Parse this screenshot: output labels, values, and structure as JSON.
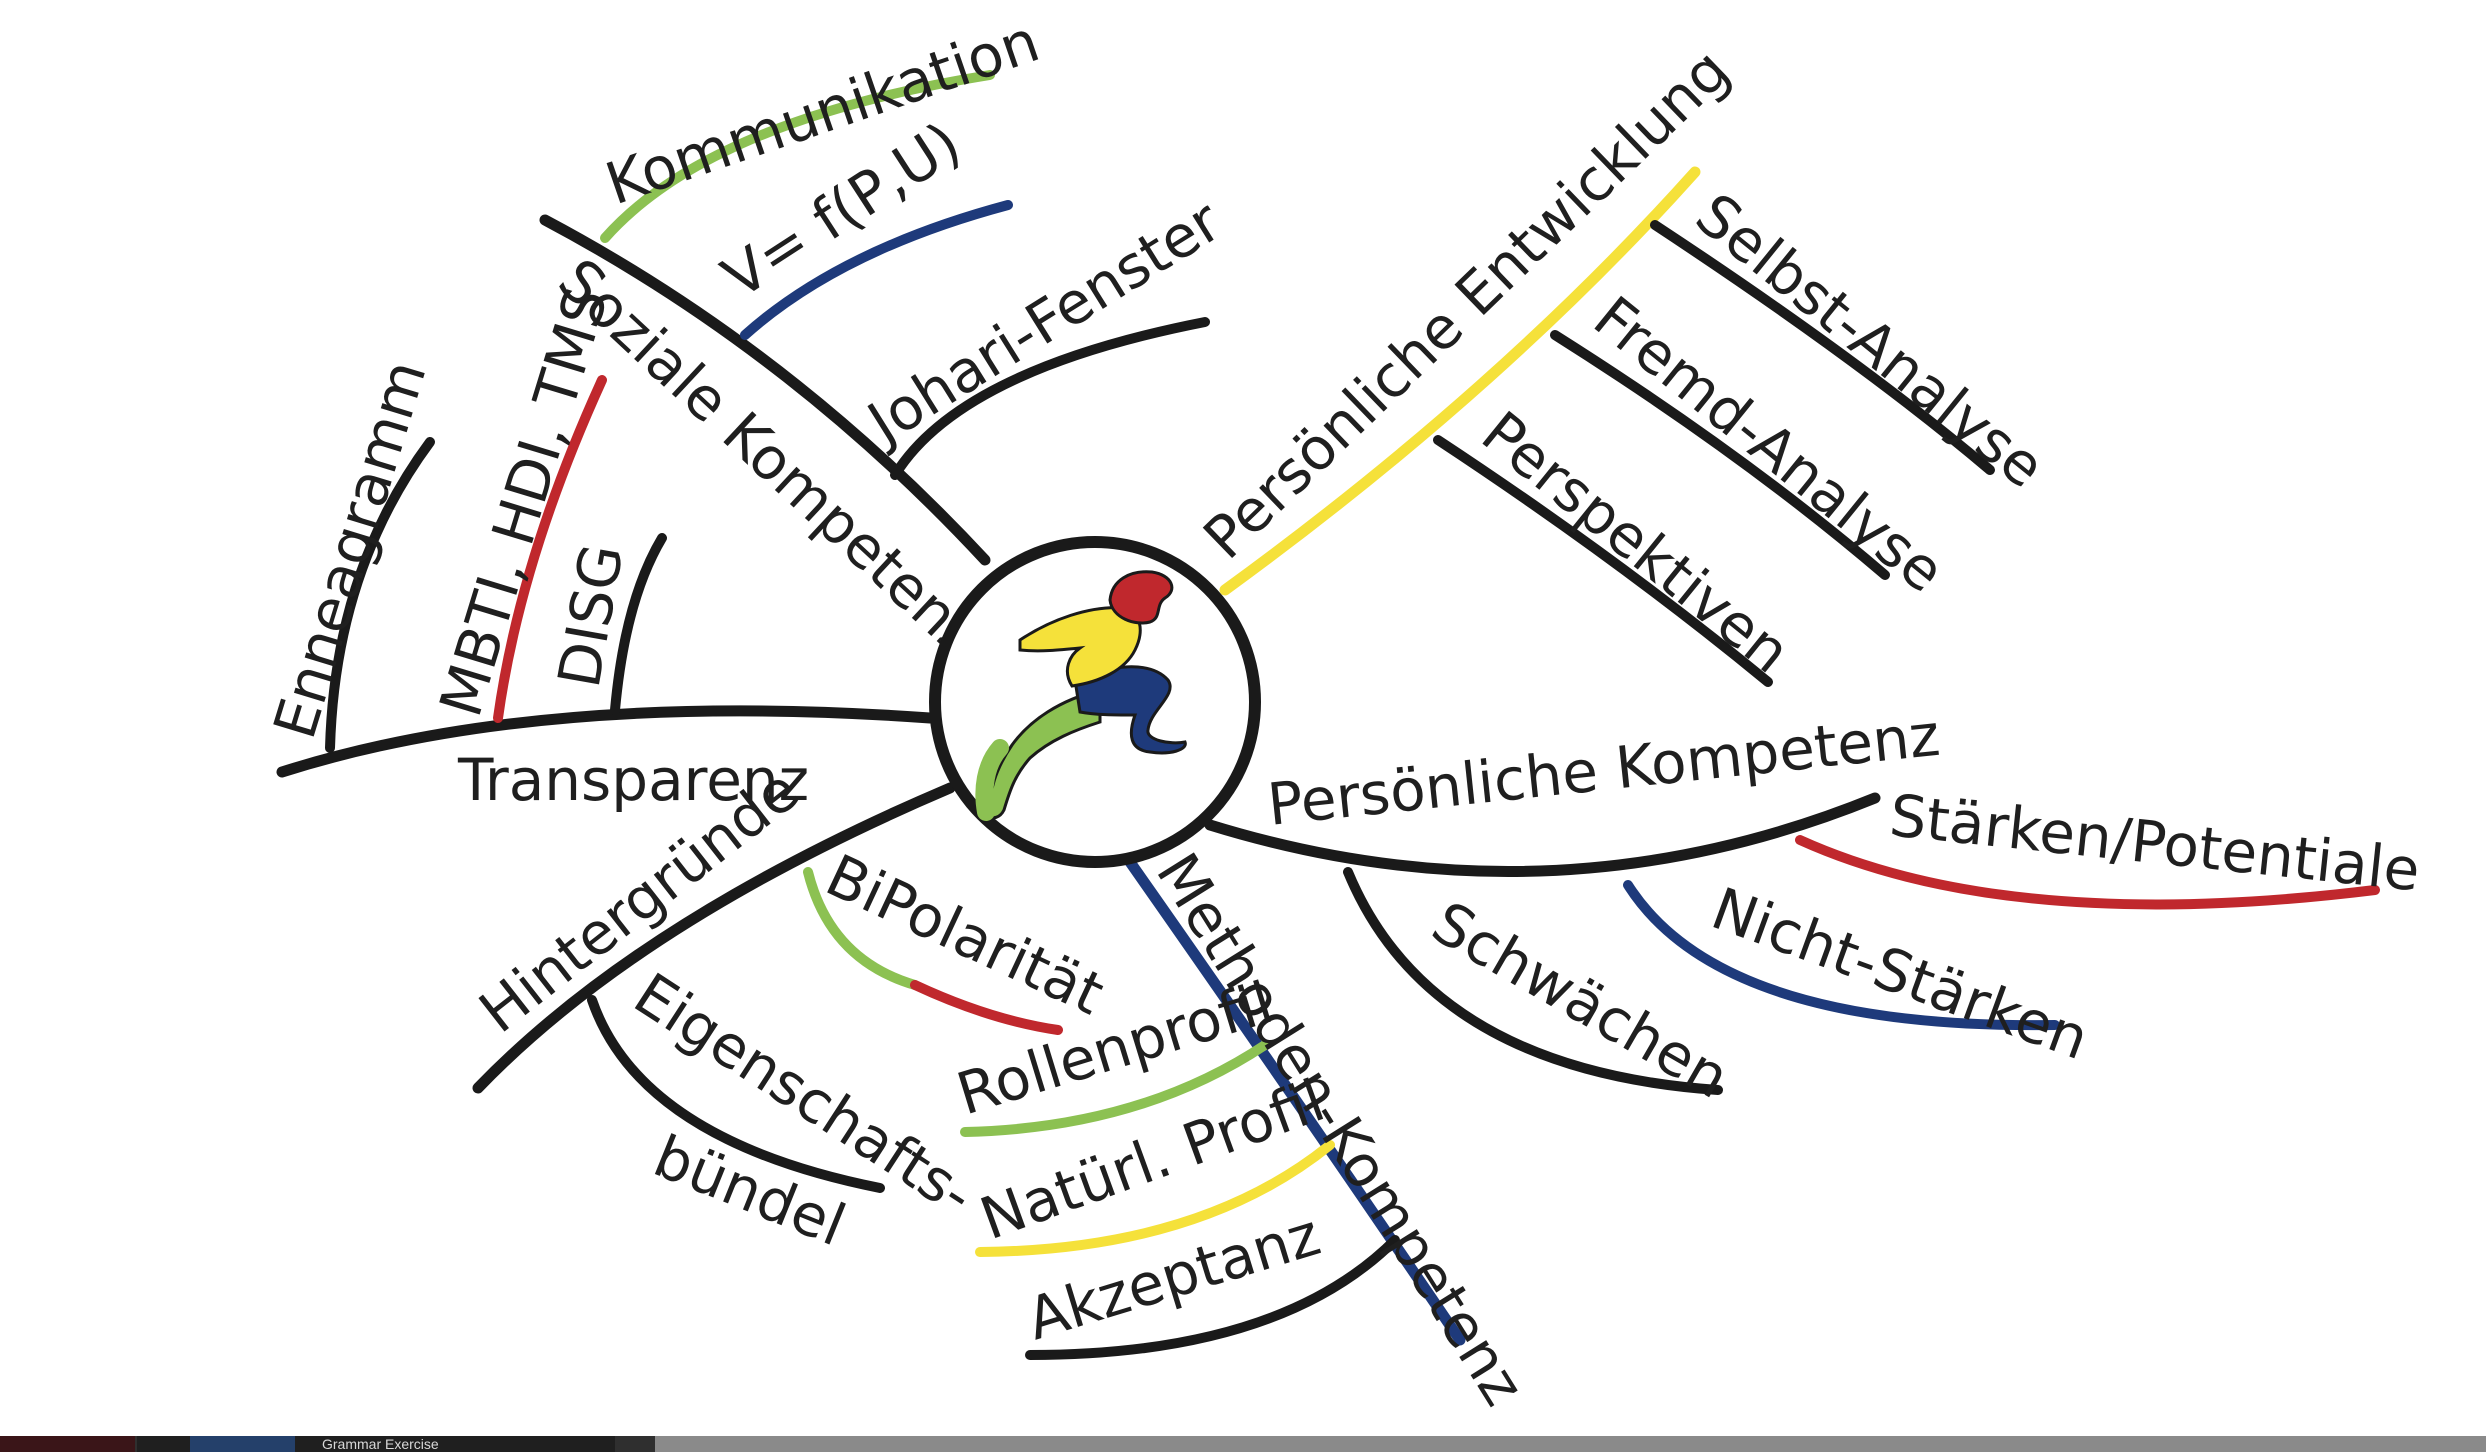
{
  "mindmap": {
    "colors": {
      "black": "#1a1a1a",
      "green": "#8cc152",
      "blue": "#1e3a7b",
      "red": "#c0282d",
      "yellow": "#f5e13a"
    },
    "labels": {
      "kommunikation": "Kommunikation",
      "vfpu": "V= f(P,U)",
      "soziale": "Soziale Kompetenz",
      "johari": "Johari-Fenster",
      "enneagramm": "Enneagramm",
      "mbti": "MBTI, HDI, TMS",
      "disg": "DISG",
      "transparenz": "Transparenz",
      "hintergruende": "Hintergründe",
      "eigenschafts1": "Eigenschafts-",
      "eigenschafts2": "bündel",
      "bipolaritaet": "BiPolarität",
      "rollenprofil": "Rollenprofil",
      "natuerl": "Natürl. Profil",
      "akzeptanz": "Akzeptanz",
      "methoden": "Methoden-Kompetenz",
      "pers_entwicklung": "Persönliche Entwicklung",
      "selbst": "Selbst-Analyse",
      "fremd": "Fremd-Analyse",
      "perspektiven": "Perspektiven",
      "pers_kompetenz": "Persönliche Kompetenz",
      "staerken": "Stärken/Potentiale",
      "nicht_staerken": "Nicht-Stärken",
      "schwaechen": "Schwächen"
    }
  },
  "taskbar": {
    "thumbnail_title": "Grammar Exercise"
  }
}
